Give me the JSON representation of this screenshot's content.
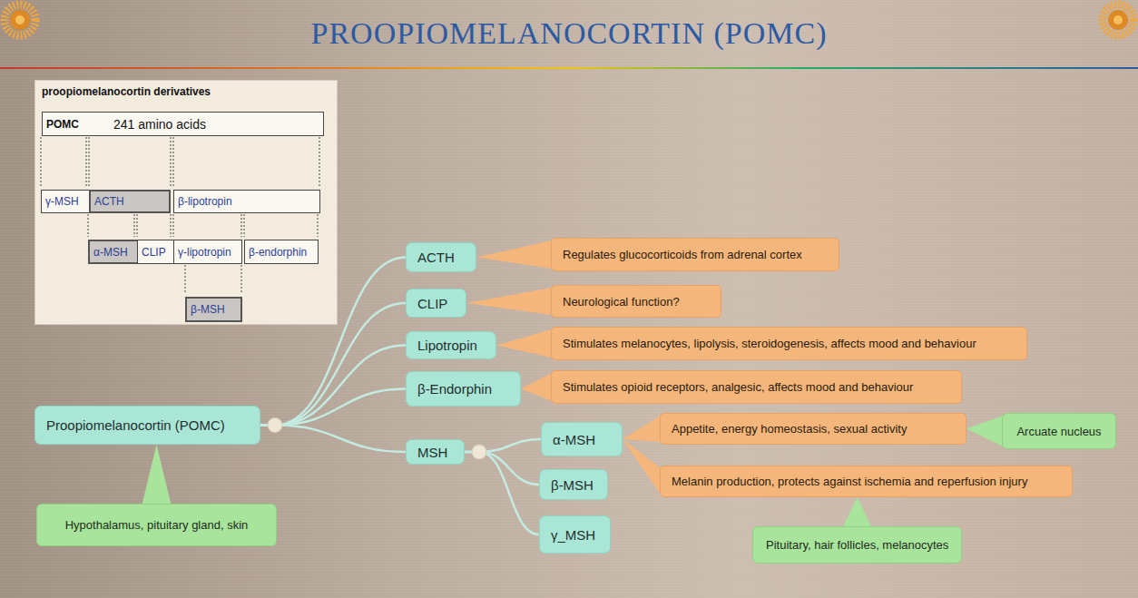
{
  "diagram": {
    "title": "PROOPIOMELANOCORTIN (POMC)",
    "nodes": [
      {
        "text": [
          "proopiomelanocortin derivatives"
        ]
      },
      {
        "text": [
          "POMC",
          "241 amino acids"
        ],
        "in": 0
      },
      {
        "text": [
          "γ-MSH"
        ],
        "in": 0
      },
      {
        "text": [
          "ACTH"
        ],
        "in": 0
      },
      {
        "text": [
          "β-lipotropin"
        ],
        "in": 0
      },
      {
        "text": [
          "α-MSH"
        ],
        "in": 0
      },
      {
        "text": [
          "CLIP"
        ],
        "in": 0
      },
      {
        "text": [
          "γ-lipotropin"
        ],
        "in": 0
      },
      {
        "text": [
          "β-endorphin"
        ],
        "in": 0
      },
      {
        "text": [
          "β-MSH"
        ],
        "in": 0
      },
      {
        "text": [
          "ACTH"
        ]
      },
      {
        "text": [
          "Regulates glucocorticoids from adrenal cortex"
        ]
      },
      {
        "text": [
          "CLIP"
        ]
      },
      {
        "text": [
          "Neurological function?"
        ]
      },
      {
        "text": [
          "Lipotropin"
        ]
      },
      {
        "text": [
          "Stimulates melanocytes, lipolysis, steroidogenesis, affects mood and behaviour"
        ]
      },
      {
        "text": [
          "β-Endorphin"
        ]
      },
      {
        "text": [
          "Stimulates opioid receptors, analgesic, affects mood and behaviour"
        ]
      },
      {
        "text": [
          "Proopiomelanocortin (POMC)"
        ]
      },
      {
        "text": [
          "MSH"
        ]
      },
      {
        "text": [
          "α-MSH"
        ]
      },
      {
        "text": [
          "Appetite, energy homeostasis, sexual activity"
        ]
      },
      {
        "text": [
          "Arcuate nucleus"
        ]
      },
      {
        "text": [
          "β-MSH"
        ]
      },
      {
        "text": [
          "Melanin production, protects against ischemia and reperfusion injury"
        ]
      },
      {
        "text": [
          "γ_MSH"
        ]
      },
      {
        "text": [
          "Hypothalamus, pituitary gland, skin"
        ]
      },
      {
        "text": [
          "Pituitary, hair follicles, melanocytes"
        ]
      }
    ],
    "edges": [
      {
        "from": 18,
        "to": 10,
        "arrow": "none"
      },
      {
        "from": 18,
        "to": 12,
        "arrow": "none"
      },
      {
        "from": 18,
        "to": 14,
        "arrow": "none"
      },
      {
        "from": 18,
        "to": 16,
        "arrow": "none"
      },
      {
        "from": 18,
        "to": 19,
        "arrow": "none"
      },
      {
        "from": 10,
        "to": 11,
        "arrow": "none"
      },
      {
        "from": 12,
        "to": 13,
        "arrow": "none"
      },
      {
        "from": 14,
        "to": 15,
        "arrow": "none"
      },
      {
        "from": 16,
        "to": 17,
        "arrow": "none"
      },
      {
        "from": 19,
        "to": 20,
        "arrow": "none"
      },
      {
        "from": 19,
        "to": 23,
        "arrow": "none"
      },
      {
        "from": 19,
        "to": 25,
        "arrow": "none"
      },
      {
        "from": 20,
        "to": 21,
        "arrow": "none"
      },
      {
        "from": 20,
        "to": 24,
        "arrow": "none"
      },
      {
        "from": 22,
        "to": 21,
        "arrow": "none"
      },
      {
        "from": 26,
        "to": 18,
        "arrow": "none"
      },
      {
        "from": 27,
        "to": 24,
        "arrow": "none"
      }
    ]
  }
}
